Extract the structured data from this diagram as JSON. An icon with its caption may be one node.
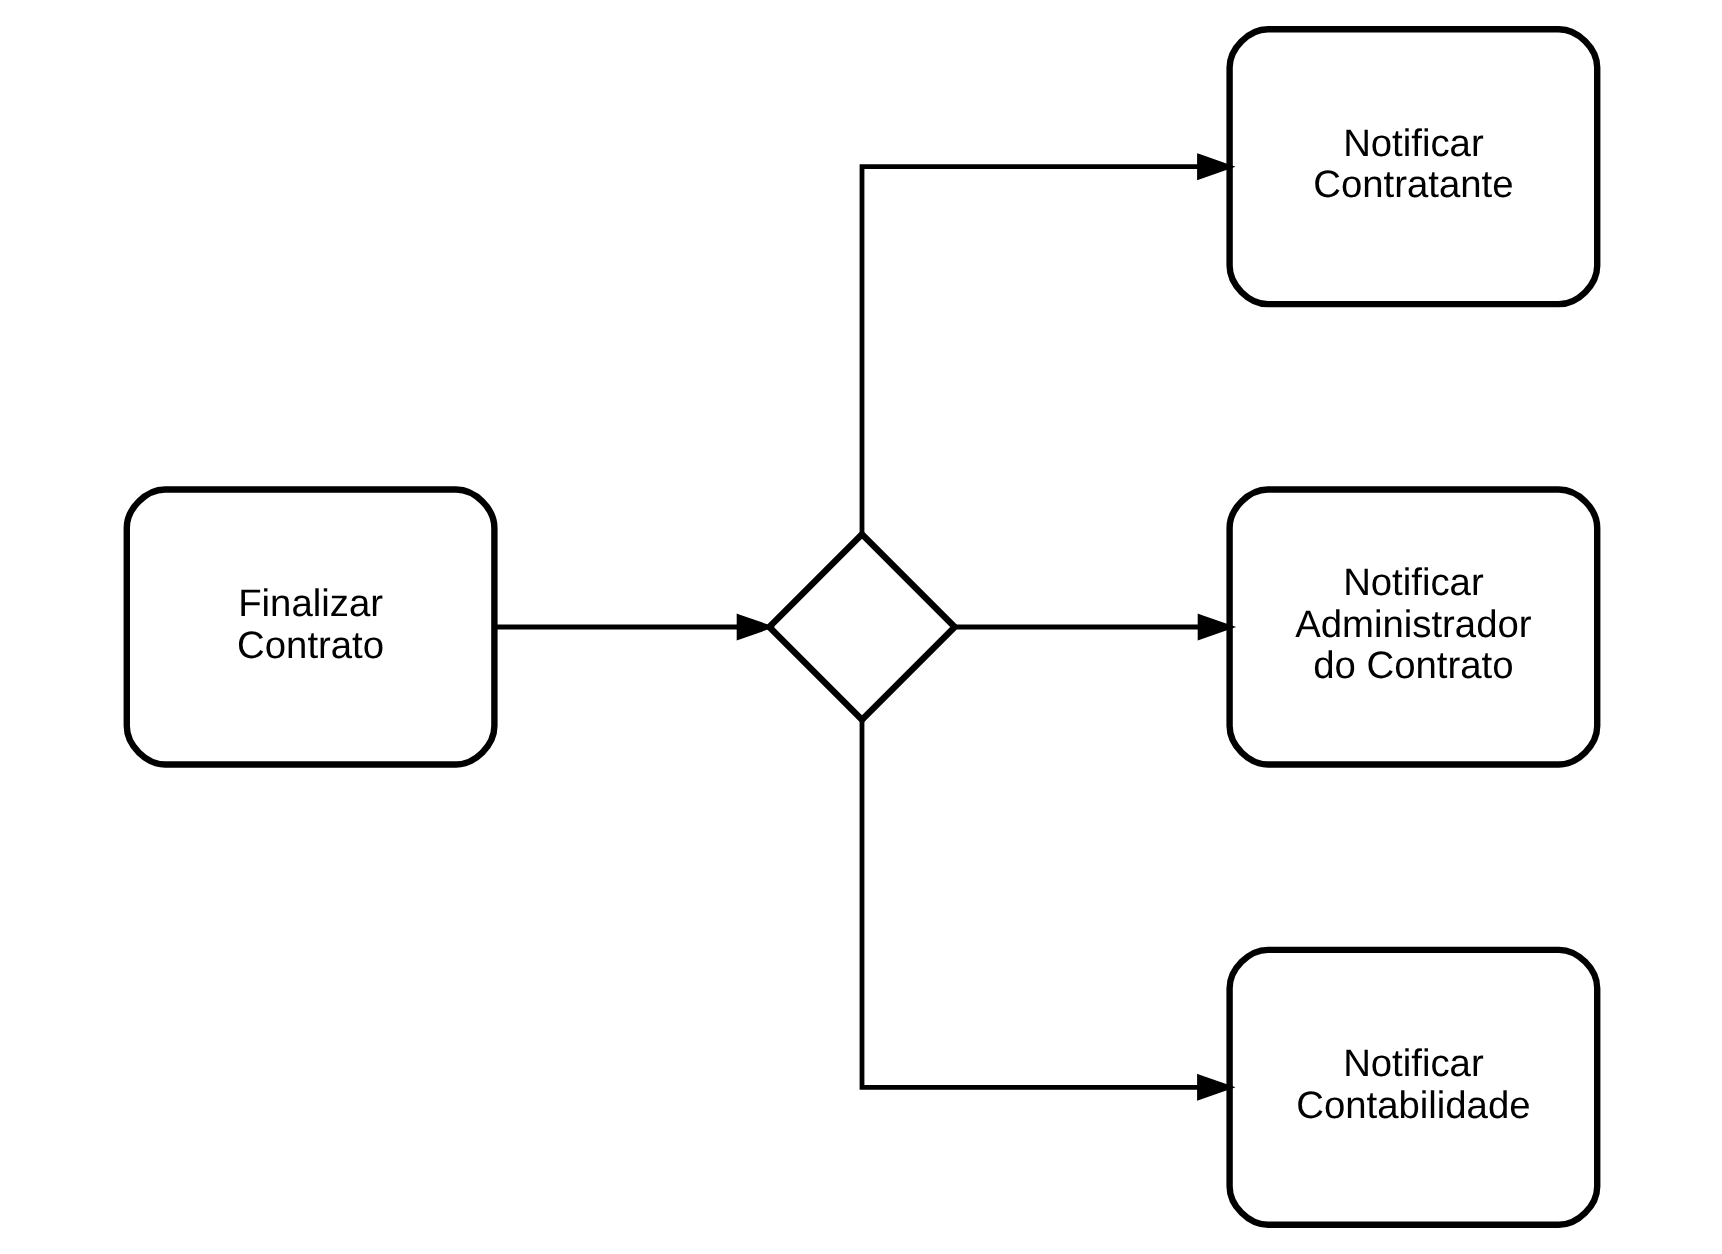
{
  "diagram": {
    "nodes": [
      {
        "text": [
          "Finalizar Contrato"
        ]
      },
      {
        "text": [],
        "shape": "diamond"
      },
      {
        "text": [
          "Notificar Contratante"
        ]
      },
      {
        "text": [
          "Notificar Administrador do Contrato"
        ]
      },
      {
        "text": [
          "Notificar Contabilidade"
        ]
      }
    ],
    "edges": [
      {
        "from": 0,
        "to": 1,
        "arrow": "to"
      },
      {
        "from": 1,
        "to": 2,
        "arrow": "to"
      },
      {
        "from": 1,
        "to": 3,
        "arrow": "to"
      },
      {
        "from": 1,
        "to": 4,
        "arrow": "to"
      }
    ]
  }
}
